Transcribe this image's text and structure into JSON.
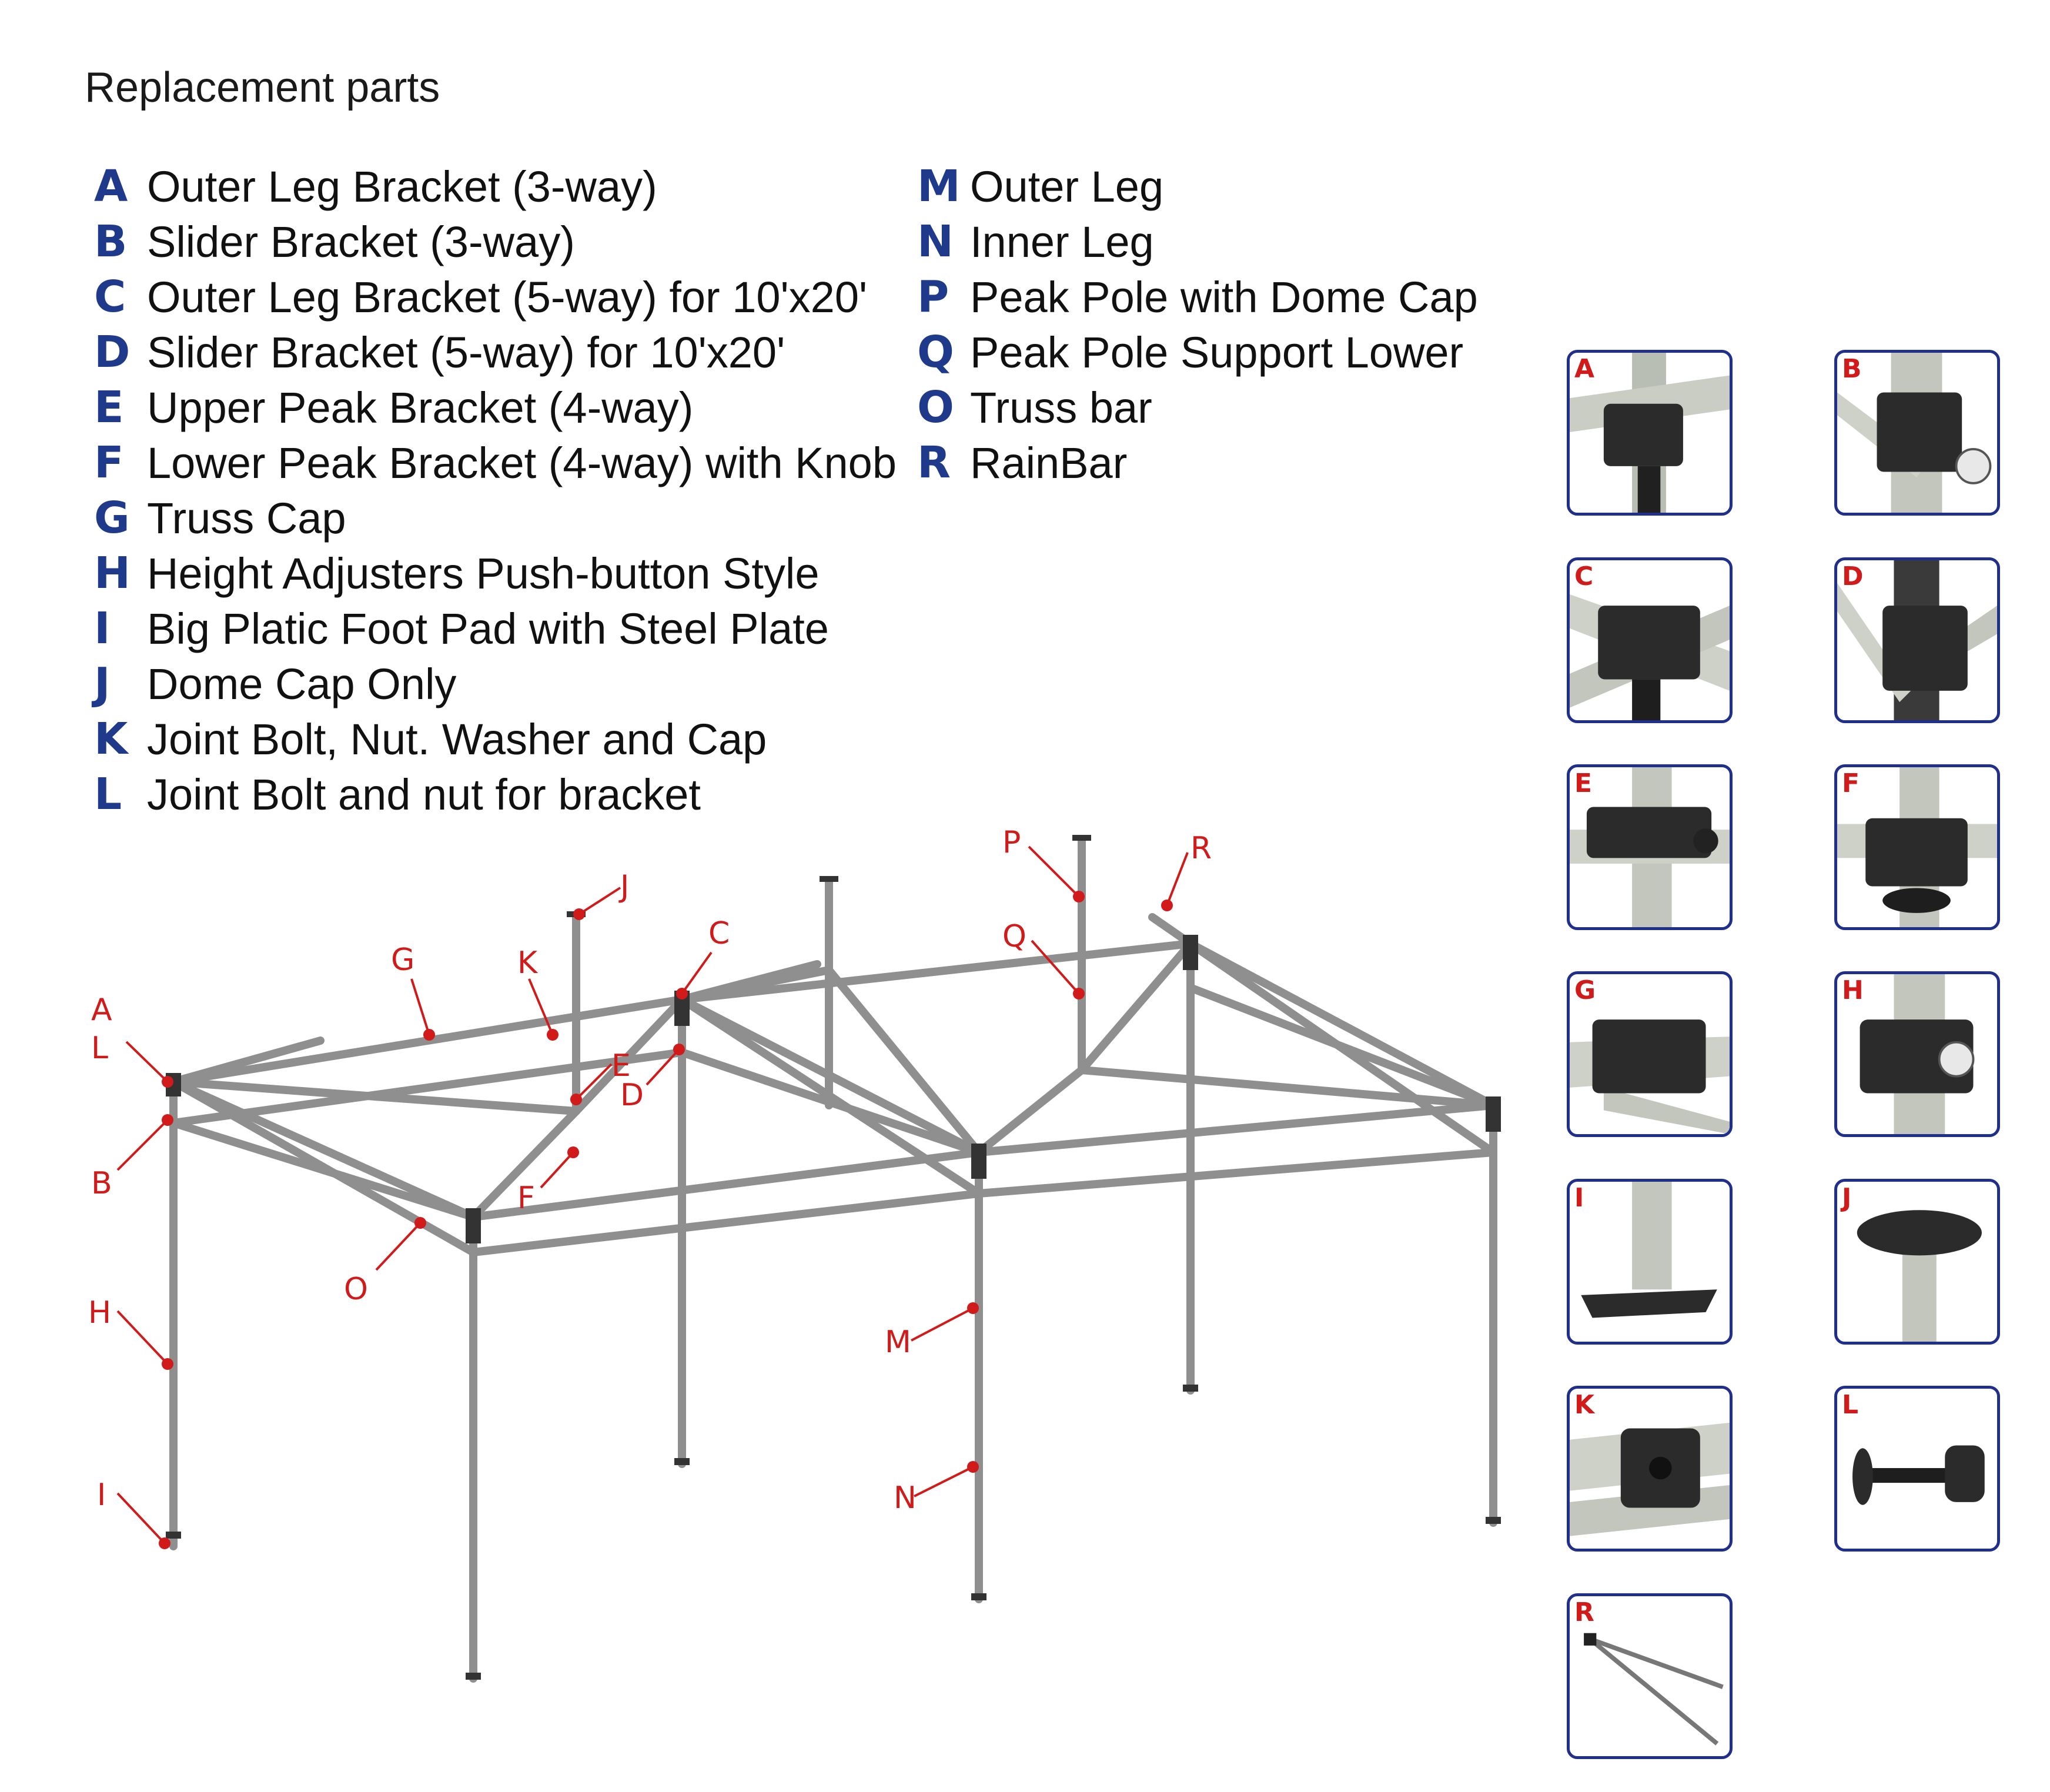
{
  "title": "Replacement parts",
  "parts_left": [
    {
      "letter": "A",
      "label": "Outer Leg Bracket (3-way)"
    },
    {
      "letter": "B",
      "label": "Slider Bracket (3-way)"
    },
    {
      "letter": "C",
      "label": "Outer Leg Bracket (5-way) for 10'x20'"
    },
    {
      "letter": "D",
      "label": "Slider Bracket (5-way) for 10'x20'"
    },
    {
      "letter": "E",
      "label": "Upper Peak Bracket (4-way)"
    },
    {
      "letter": "F",
      "label": "Lower Peak Bracket (4-way) with Knob"
    },
    {
      "letter": "G",
      "label": "Truss Cap"
    },
    {
      "letter": "H",
      "label": "Height Adjusters Push-button Style"
    },
    {
      "letter": "I",
      "label": "Big Platic Foot Pad with Steel Plate"
    },
    {
      "letter": "J",
      "label": "Dome Cap Only"
    },
    {
      "letter": "K",
      "label": "Joint Bolt, Nut. Washer and Cap"
    },
    {
      "letter": "L",
      "label": "Joint Bolt and nut for bracket"
    }
  ],
  "parts_right": [
    {
      "letter": "M",
      "label": "Outer Leg"
    },
    {
      "letter": "N",
      "label": "Inner Leg"
    },
    {
      "letter": "P",
      "label": "Peak Pole with Dome Cap"
    },
    {
      "letter": "Q",
      "label": "Peak Pole Support Lower"
    },
    {
      "letter": "O",
      "label": "Truss bar"
    },
    {
      "letter": "R",
      "label": "RainBar"
    }
  ],
  "thumbnails": [
    "A",
    "B",
    "C",
    "D",
    "E",
    "F",
    "G",
    "H",
    "I",
    "J",
    "K",
    "L",
    "R"
  ],
  "callouts": [
    "A",
    "L",
    "B",
    "G",
    "K",
    "J",
    "C",
    "E",
    "D",
    "F",
    "O",
    "H",
    "I",
    "P",
    "R",
    "Q",
    "M",
    "N"
  ],
  "colors": {
    "letter": "#1f3a8a",
    "callout": "#d11a1a",
    "frame": "#9a9a9a",
    "border": "#1f2f8a"
  }
}
